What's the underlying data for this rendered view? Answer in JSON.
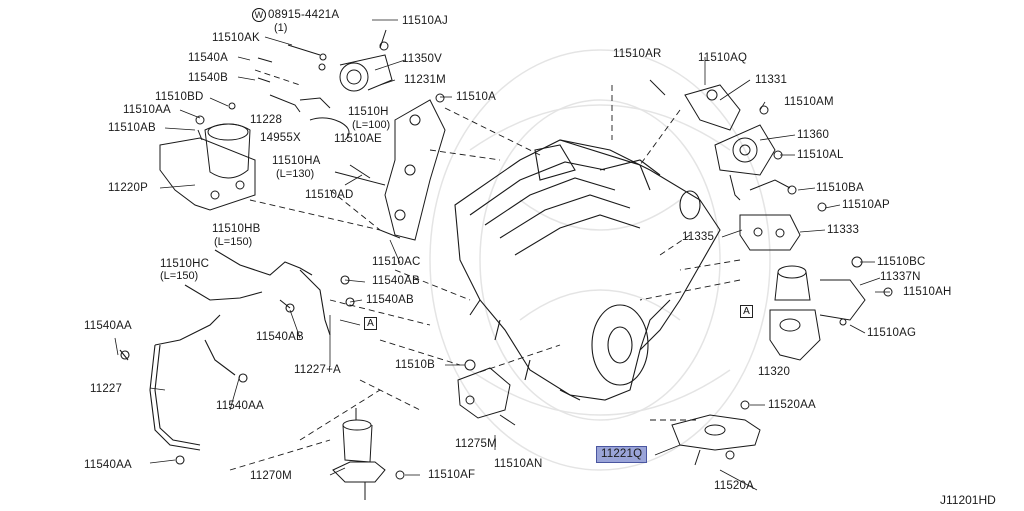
{
  "diagram_code": "J11201HD",
  "callouts": {
    "p08915": "08915-4421A",
    "p08915_qty": "(1)",
    "p08915_prefix": "W",
    "p11510AJ": "11510AJ",
    "p11510AK": "11510AK",
    "p11350V": "11350V",
    "p11540A": "11540A",
    "p11540B": "11540B",
    "p11231M": "11231M",
    "p11510A": "11510A",
    "p11510BD": "11510BD",
    "p11228": "11228",
    "p11510AA": "11510AA",
    "p11510H": "11510H",
    "p11510H_len": "(L=100)",
    "p11510AB": "11510AB",
    "p14955X": "14955X",
    "p11510AE": "11510AE",
    "p11510HA": "11510HA",
    "p11510HA_len": "(L=130)",
    "p11220P": "11220P",
    "p11510AD": "11510AD",
    "p11510HB": "11510HB",
    "p11510HB_len": "(L=150)",
    "p11510HC": "11510HC",
    "p11510HC_len": "(L=150)",
    "p11510AC": "11510AC",
    "p11540AB_1": "11540AB",
    "p11540AB_2": "11540AB",
    "p11540AB_3": "11540AB",
    "p11540AA_1": "11540AA",
    "p11540AA_2": "11540AA",
    "p11540AA_3": "11540AA",
    "p11227": "11227",
    "p11227A": "11227+A",
    "boxA_1": "A",
    "boxA_2": "A",
    "p11510B": "11510B",
    "p11275M": "11275M",
    "p11510AN": "11510AN",
    "p11270M": "11270M",
    "p11510AF": "11510AF",
    "p11510AR": "11510AR",
    "p11510AQ": "11510AQ",
    "p11331": "11331",
    "p11510AM": "11510AM",
    "p11360": "11360",
    "p11510AL": "11510AL",
    "p11510BA": "11510BA",
    "p11510AP": "11510AP",
    "p11335": "11335",
    "p11333": "11333",
    "p11510BC": "11510BC",
    "p11337N": "11337N",
    "p11510AH": "11510AH",
    "p11510AG": "11510AG",
    "p11320": "11320",
    "p11520AA": "11520AA",
    "p11221Q": "11221Q",
    "p11520A": "11520A"
  },
  "highlight_color": "#9aa4d8",
  "line_color": "#1a1a1a"
}
